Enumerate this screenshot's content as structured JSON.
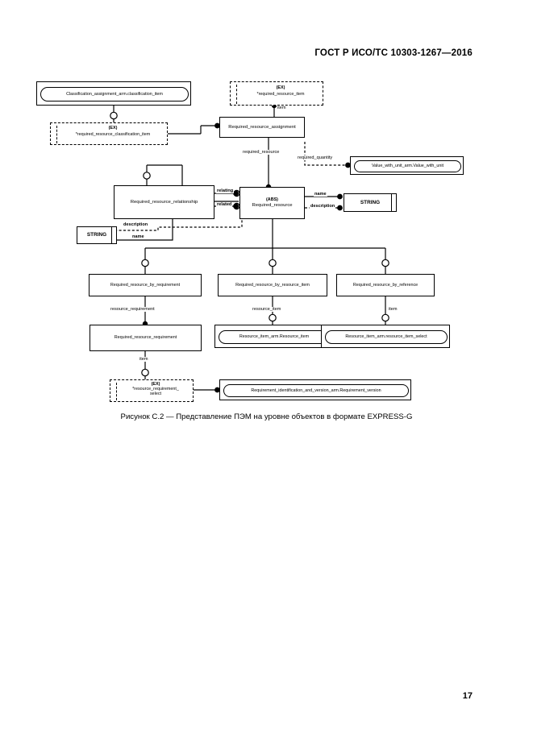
{
  "header": {
    "standard": "ГОСТ Р ИСО/ТС 10303-1267—2016",
    "page_number": "17"
  },
  "caption": "Рисунок С.2 — Представление ПЭМ на уровне объектов в формате EXPRESS-G",
  "diagram": {
    "type": "EXPRESS-G entity level diagram",
    "nodes": {
      "classification_assignment": {
        "label": "Classification_assignment_arm.classification_item",
        "style": "schema-reference-pill"
      },
      "required_resource_classification_item": {
        "tag": "(EX)",
        "label": "*required_resource_classification_item",
        "style": "dashed-ex-box"
      },
      "required_resource_item_ex": {
        "tag": "(EX)",
        "label": "*required_resource_item",
        "style": "dashed-ex-box"
      },
      "required_resource_assignment": {
        "label": "Required_resource_assignment",
        "style": "entity-box"
      },
      "value_with_unit": {
        "label": "Value_with_unit_arm.Value_with_unit",
        "style": "schema-reference-pill"
      },
      "required_resource_relationship": {
        "label": "Required_resource_relationship",
        "style": "entity-box"
      },
      "required_resource": {
        "tag": "(ABS)",
        "label": "Required_resource",
        "style": "entity-box-abstract"
      },
      "string_right": {
        "label": "STRING",
        "style": "defined-type-box"
      },
      "string_left": {
        "label": "STRING",
        "style": "defined-type-box"
      },
      "required_resource_by_requirement": {
        "label": "Required_resource_by_requirement",
        "style": "entity-box"
      },
      "required_resource_by_resource_item": {
        "label": "Required_resource_by_resource_item",
        "style": "entity-box"
      },
      "required_resource_by_reference": {
        "label": "Required_resource_by_reference",
        "style": "entity-box"
      },
      "required_resource_requirement": {
        "label": "Required_resource_requirement",
        "style": "entity-box"
      },
      "resource_item_arm_resource_item": {
        "label": "Resource_item_arm.Resource_item",
        "style": "schema-reference-pill"
      },
      "resource_item_arm_resource_item_select": {
        "label": "Resource_item_arm.resource_item_select",
        "style": "schema-reference-pill"
      },
      "resource_requirement_select_ex": {
        "tag": "(EX)",
        "label_line1": "*resource_requirement_",
        "label_line2": "select",
        "style": "dashed-ex-box"
      },
      "requirement_version": {
        "label": "Requirement_identification_and_version_arm.Requirement_version",
        "style": "schema-reference-pill"
      }
    },
    "edge_labels": {
      "item_top": "item",
      "required_resource": "required_resource",
      "required_quantity": "required_quantity",
      "relating": "relating",
      "related": "related",
      "name_right": "name",
      "description_right": "description",
      "description_left": "description",
      "name_left": "name",
      "resource_requirement": "resource_requirement",
      "resource_item": "resource_item",
      "item_right": "item",
      "item_bottom": "item"
    }
  }
}
